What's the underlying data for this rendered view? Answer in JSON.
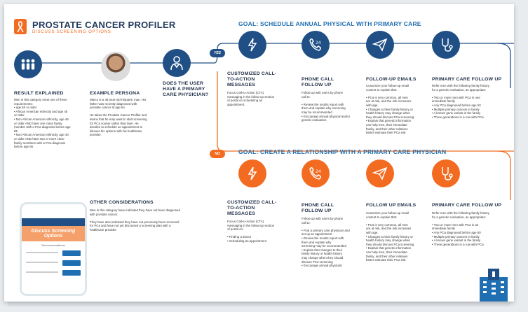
{
  "header": {
    "title": "PROSTATE CANCER  PROFILER",
    "subtitle": "DISCUSS SCREENING OPTIONS"
  },
  "colors": {
    "navy": "#1f4f85",
    "orange": "#f26b21",
    "goal_blue": "#1f6fb2",
    "text_dark": "#22324a"
  },
  "goal_yes": "GOAL: SCHEDULE ANNUAL PHYSICAL WITH PRIMARY CARE",
  "goal_no": "GOAL: CREATE A RELATIONSHIP WITH A PRIMARY CARE PHYSICIAN",
  "yes_label": "YES",
  "no_label": "NO",
  "left": {
    "result": {
      "heading": "RESULT EXPLAINED",
      "lines": [
        "Men in this category meet one of these",
        "requirements:",
        "• age 50 or older",
        "• African American ethnicity and age 45",
        "or older",
        "• Non African American ethnicity, age 45",
        "or older AND have one close family",
        "member with a PCa diagnosis before age",
        "65",
        "• Non African American ethnicity, age 40",
        "or older AND have two or more close",
        "family members with a PCa diagnosis",
        "before age 65"
      ]
    },
    "persona": {
      "heading": "EXAMPLE PERSONA",
      "lines": [
        "Marco is a 45-year-old Hispanic man. His",
        "father was recently diagnosed with",
        "prostate cancer at age 64.",
        "",
        "He takes the Prostate Cancer Profiler and",
        "learns that he may want to start screening",
        "for PCa sooner rather than later. He",
        "decides to schedule an appointment to",
        "discuss his options with his healthcare",
        "provider."
      ]
    },
    "question": {
      "heading_lines": [
        "DOES THE USER",
        "HAVE A PRIMARY",
        "CARE PHYSICIAN?"
      ]
    },
    "other": {
      "heading": "OTHER CONSIDERATIONS",
      "lines": [
        "Men in this category have indicated they have not been diagnosed",
        "with prostate cancer.",
        "",
        "They have also indicated they have not previously been screened",
        "for PCa and have not yet discussed a screening plan with a",
        "healthcare provider."
      ]
    },
    "phone": {
      "banner_lines": [
        "Discuss Screening",
        "Options"
      ],
      "recommendations": "Recommendations"
    }
  },
  "yes_cols": [
    {
      "icon": "flash-message-icon",
      "heading_lines": [
        "CUSTOMIZED CALL-",
        "TO-ACTION",
        "MESSAGES"
      ],
      "lines": [
        "Focus Call-to-Action (CTA)",
        "messaging in the follow-up section",
        "of portal on scheduling an",
        "appointment."
      ]
    },
    {
      "icon": "phone-24-icon",
      "heading_lines": [
        "PHONE CALL",
        "FOLLOW UP"
      ],
      "lines": [
        "Follow up with users by phone",
        "call to:",
        "",
        "• Review the results report with",
        "them and explain why screening",
        "may be recommended",
        "• Encourage annual physical and/or",
        "genetic evaluation"
      ]
    },
    {
      "icon": "paper-plane-icon",
      "heading_lines": [
        "FOLLOW-UP EMAILS"
      ],
      "lines": [
        "Customize your follow-up email",
        "content to explain that:",
        "",
        "• PCa is very common, all men",
        "are at risk, and the risk increases",
        "with age.",
        "• Changes to their family history or",
        "health history may change when",
        "they should discuss PCa screening",
        "• Explain that genetic information",
        "can help men, their immediate",
        "family, and their other relatives",
        "better estimate their PCa risk"
      ]
    },
    {
      "icon": "stethoscope-icon",
      "heading_lines": [
        "PRIMARY CARE FOLLOW UP"
      ],
      "lines": [
        "Refer men with the following family history",
        "for a genetic evaluation, as appropriate:",
        "",
        "• Two or more men with PCa in one",
        "immediate family",
        "• Any PCa diagnosed before age 50",
        "• Multiple primary cancers in family",
        "• A known gene variant in the family",
        "• Three generations in a row with PCa"
      ]
    }
  ],
  "no_cols": [
    {
      "icon": "flash-message-icon",
      "heading_lines": [
        "CUSTOMIZED CALL-",
        "TO-ACTION",
        "MESSAGES"
      ],
      "lines": [
        "Focus Call-to-Action (CTA)",
        "messaging in the follow-up section",
        "of portal on:",
        "",
        "• Finding a doctor",
        "• Scheduling an appointment"
      ]
    },
    {
      "icon": "phone-24-icon",
      "heading_lines": [
        "PHONE CALL",
        "FOLLOW UP"
      ],
      "lines": [
        "Follow up with users by phone",
        "call to:",
        "",
        "• Find a primary care physician and",
        "set up an appointment",
        "• Review the results report with",
        "them and explain why",
        "screening may be recommended",
        "• Explain that changes to their",
        "family history or health history",
        "may change when they should",
        "discuss PCa screening",
        "• Encourage annual physicals"
      ]
    },
    {
      "icon": "paper-plane-icon",
      "heading_lines": [
        "FOLLOW UP EMAILS"
      ],
      "lines": [
        "Customize your follow-up email",
        "content to explain that:",
        "",
        "• PCa is very common, all men",
        "are at risk, and the risk increases",
        "with age.",
        "• Changes to their family history or",
        "health history may change when",
        "they should discuss PCa screening",
        "• Explain that genetic information",
        "can help men, their immediate",
        "family, and their other relatives",
        "better estimate their PCa risk"
      ]
    },
    {
      "icon": "stethoscope-icon",
      "heading_lines": [
        "PRIMARY CARE FOLLOW UP"
      ],
      "lines": [
        "Refer men with the following family history",
        "for a genetic evaluation, as appropriate:",
        "",
        "• Two or more men with PCa in an",
        "immediate family",
        "• Any PCa diagnosed before age 50",
        "• Multiple primary cancers in family",
        "• A known gene variant in the family",
        "• Three generations in a row with PCa"
      ]
    }
  ]
}
